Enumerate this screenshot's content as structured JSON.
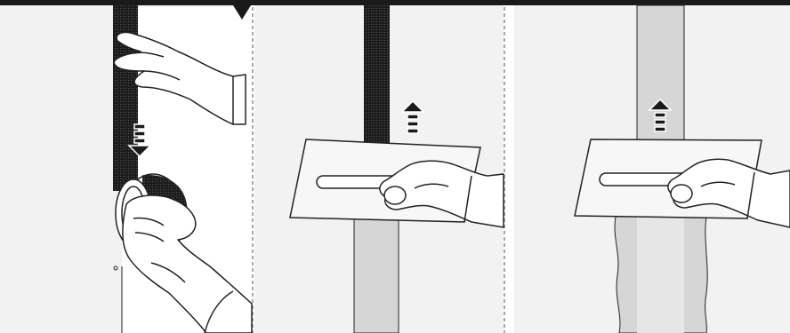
{
  "illustration": {
    "panels": [
      {
        "id": "apply-mesh-tape",
        "arrow_direction": "down"
      },
      {
        "id": "first-plaster-coat",
        "arrow_direction": "up"
      },
      {
        "id": "second-plaster-coat",
        "arrow_direction": "up"
      }
    ],
    "colors": {
      "background": "#ffffff",
      "panel_fill": "#f2f2f2",
      "top_bar": "#1a1a1a",
      "mesh_tape": "#1c1c1c",
      "plaster": "#d6d6d6",
      "plaster_light": "#e6e6e6",
      "outline": "#222222",
      "divider": "#555555"
    },
    "icons": [
      "hand-icon",
      "tape-roll-icon",
      "trowel-icon",
      "arrow-down-icon",
      "arrow-up-icon"
    ]
  }
}
